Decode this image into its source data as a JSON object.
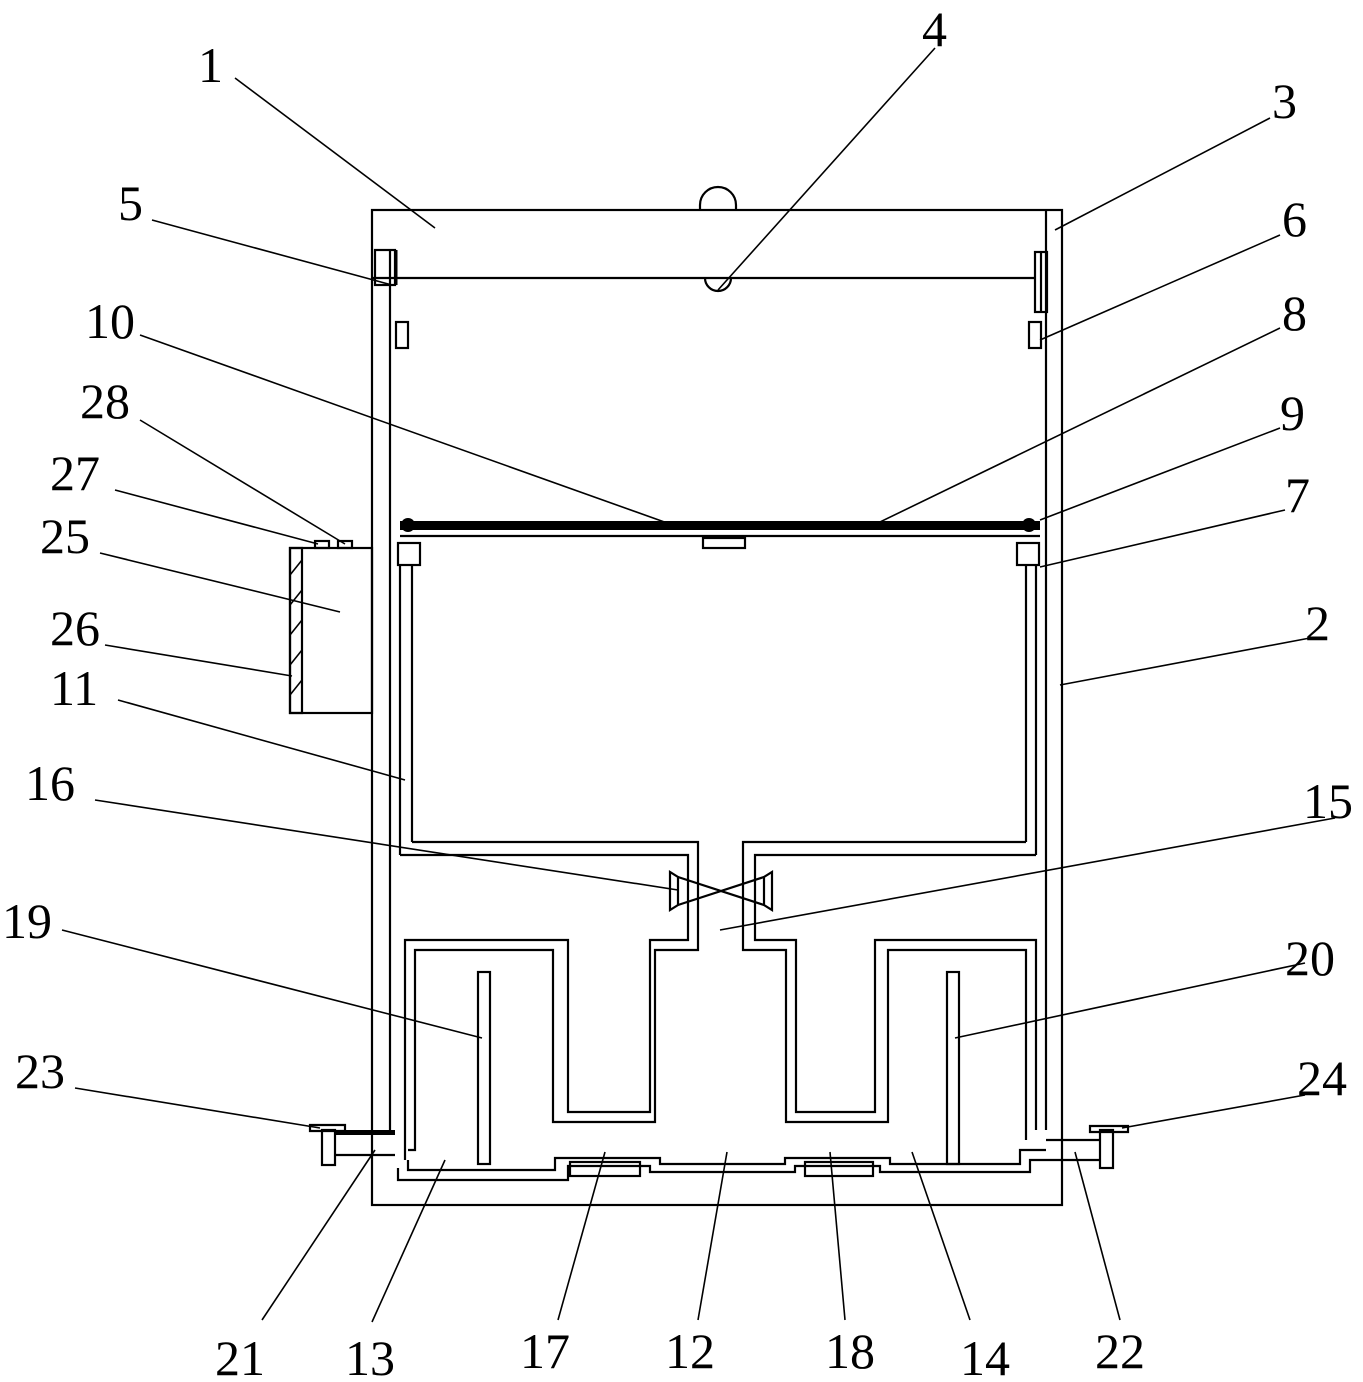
{
  "callouts": [
    {
      "id": "1",
      "label": "1"
    },
    {
      "id": "2",
      "label": "2"
    },
    {
      "id": "3",
      "label": "3"
    },
    {
      "id": "4",
      "label": "4"
    },
    {
      "id": "5",
      "label": "5"
    },
    {
      "id": "6",
      "label": "6"
    },
    {
      "id": "7",
      "label": "7"
    },
    {
      "id": "8",
      "label": "8"
    },
    {
      "id": "9",
      "label": "9"
    },
    {
      "id": "10",
      "label": "10"
    },
    {
      "id": "11",
      "label": "11"
    },
    {
      "id": "12",
      "label": "12"
    },
    {
      "id": "13",
      "label": "13"
    },
    {
      "id": "14",
      "label": "14"
    },
    {
      "id": "15",
      "label": "15"
    },
    {
      "id": "16",
      "label": "16"
    },
    {
      "id": "17",
      "label": "17"
    },
    {
      "id": "18",
      "label": "18"
    },
    {
      "id": "19",
      "label": "19"
    },
    {
      "id": "20",
      "label": "20"
    },
    {
      "id": "21",
      "label": "21"
    },
    {
      "id": "22",
      "label": "22"
    },
    {
      "id": "23",
      "label": "23"
    },
    {
      "id": "24",
      "label": "24"
    },
    {
      "id": "25",
      "label": "25"
    },
    {
      "id": "26",
      "label": "26"
    },
    {
      "id": "27",
      "label": "27"
    },
    {
      "id": "28",
      "label": "28"
    }
  ],
  "colors": {
    "ink": "#000000",
    "paper": "#ffffff"
  }
}
